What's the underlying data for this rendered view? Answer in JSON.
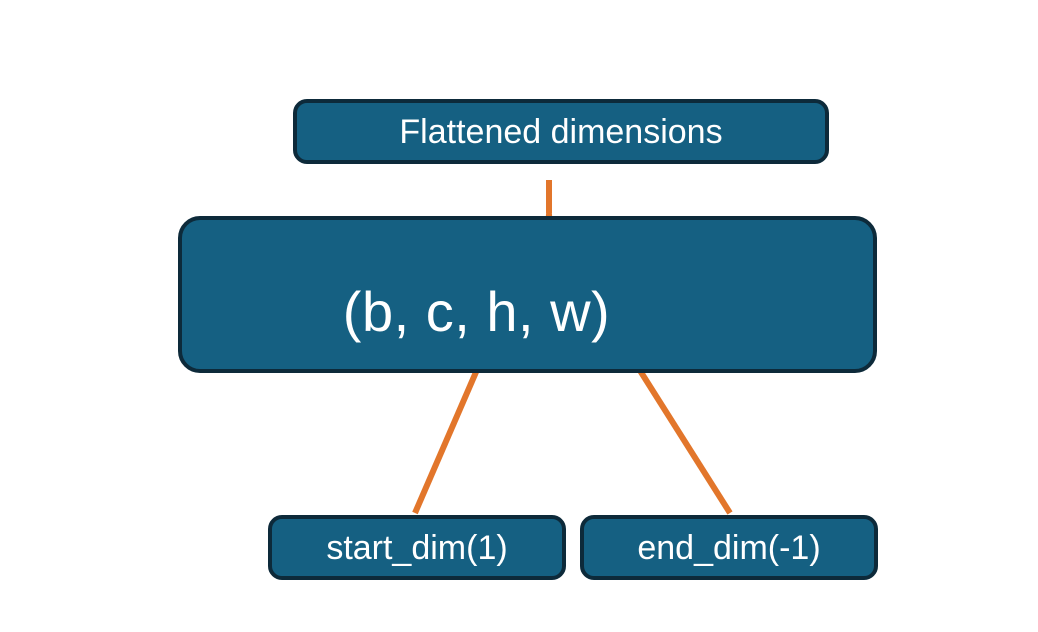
{
  "diagram": {
    "title": "torch flatten dimension range diagram",
    "background_color": "#ffffff",
    "node_fill_color": "#156082",
    "node_border_color": "#0d2a3a",
    "node_text_color": "#ffffff",
    "connector_color": "#e2762b",
    "nodes": {
      "flattened": {
        "label": "Flattened dimensions"
      },
      "shape": {
        "label": "(b, c, h, w)"
      },
      "start_dim": {
        "label": "start_dim(1)"
      },
      "end_dim": {
        "label": "end_dim(-1)"
      }
    },
    "connectors": [
      {
        "name": "brace-over-flattened-dims",
        "from": "shape",
        "to": "flattened",
        "style": "curly-brace"
      },
      {
        "name": "start-dim-arrow",
        "from": "start_dim",
        "to": "shape",
        "style": "arrow"
      },
      {
        "name": "end-dim-arrow",
        "from": "end_dim",
        "to": "shape",
        "style": "arrow"
      }
    ]
  }
}
